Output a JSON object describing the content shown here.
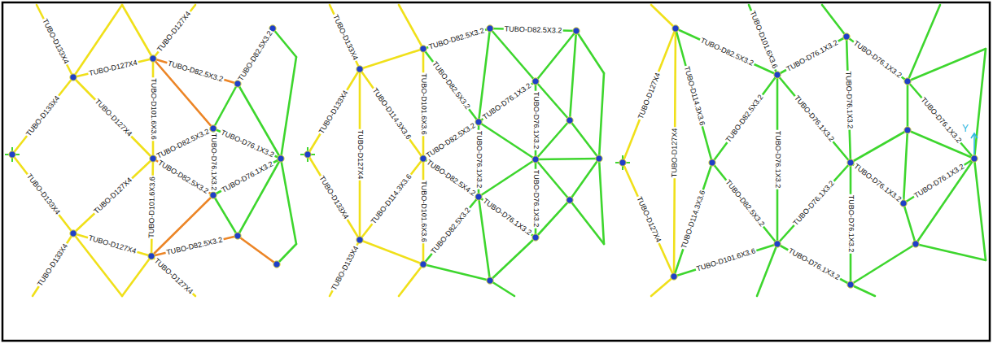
{
  "diagram": {
    "labels": [
      "TUBO-D133X4",
      "TUBO-D133X4",
      "TUBO-D127X4",
      "TUBO-D127X4",
      "TUBO-D127X4",
      "TUBO-D127X4",
      "TUBO-D101.6X3.6",
      "TUBO-D101.6X3.6",
      "TUBO-D82.5X3.2",
      "TUBO-D82.5X3.2",
      "TUBO-D82.5X3.2",
      "TUBO-D82.5X3.2",
      "TUBO-D76.1X3.2",
      "TUBO-D76.1X3.2",
      "TUBO-D76.1X3.2",
      "TUBO-D82.5X3.2",
      "TUBO-D133X4",
      "TUBO-D127X4",
      "TUBO-D133X4",
      "TUBO-D127X4",
      "TUBO-D133X4",
      "TUBO-D133X4",
      "TUBO-D127X4",
      "TUBO-D114.3X3.6",
      "TUBO-D114.3X3.6",
      "TUBO-D101.6X3.6",
      "TUBO-D101.6X3.6",
      "TUBO-D82.5X3.2",
      "TUBO-D82.5X3.2",
      "TUBO-D82.5X3.2",
      "TUBO-D82.5X4.2",
      "TUBO-D82.5X3.2",
      "TUBO-D76.1X3.2",
      "TUBO-D76.1X3.2",
      "TUBO-D76.1X3.2",
      "TUBO-D76.1X3.2",
      "TUBO-D76.1X3.2",
      "TUBO-D82.5X3.2",
      "TUBO-D133X4",
      "TUBO-D133X4",
      "TUBO-D127X4",
      "TUBO-D127X4",
      "TUBO-D127X4",
      "TUBO-D114.3X3.6",
      "TUBO-D114.3X3.6",
      "TUBO-D82.5X3.2",
      "TUBO-D82.5X3.2",
      "TUBO-D82.5X3.2",
      "TUBO-D101.6X3.6",
      "TUBO-D101.6X3.6",
      "TUBO-D76.1X3.2",
      "TUBO-D76.1X3.2",
      "TUBO-D76.1X3.2",
      "TUBO-D76.1X3.2",
      "TUBO-D76.1X3.2",
      "TUBO-D76.1X3.2",
      "TUBO-D76.1X3.2",
      "TUBO-D76.1X3.2",
      "TUBO-D76.1X3.2",
      "TUBO-D76.1X3.2",
      "TUBO-D76.1X3.2",
      "Y"
    ]
  }
}
